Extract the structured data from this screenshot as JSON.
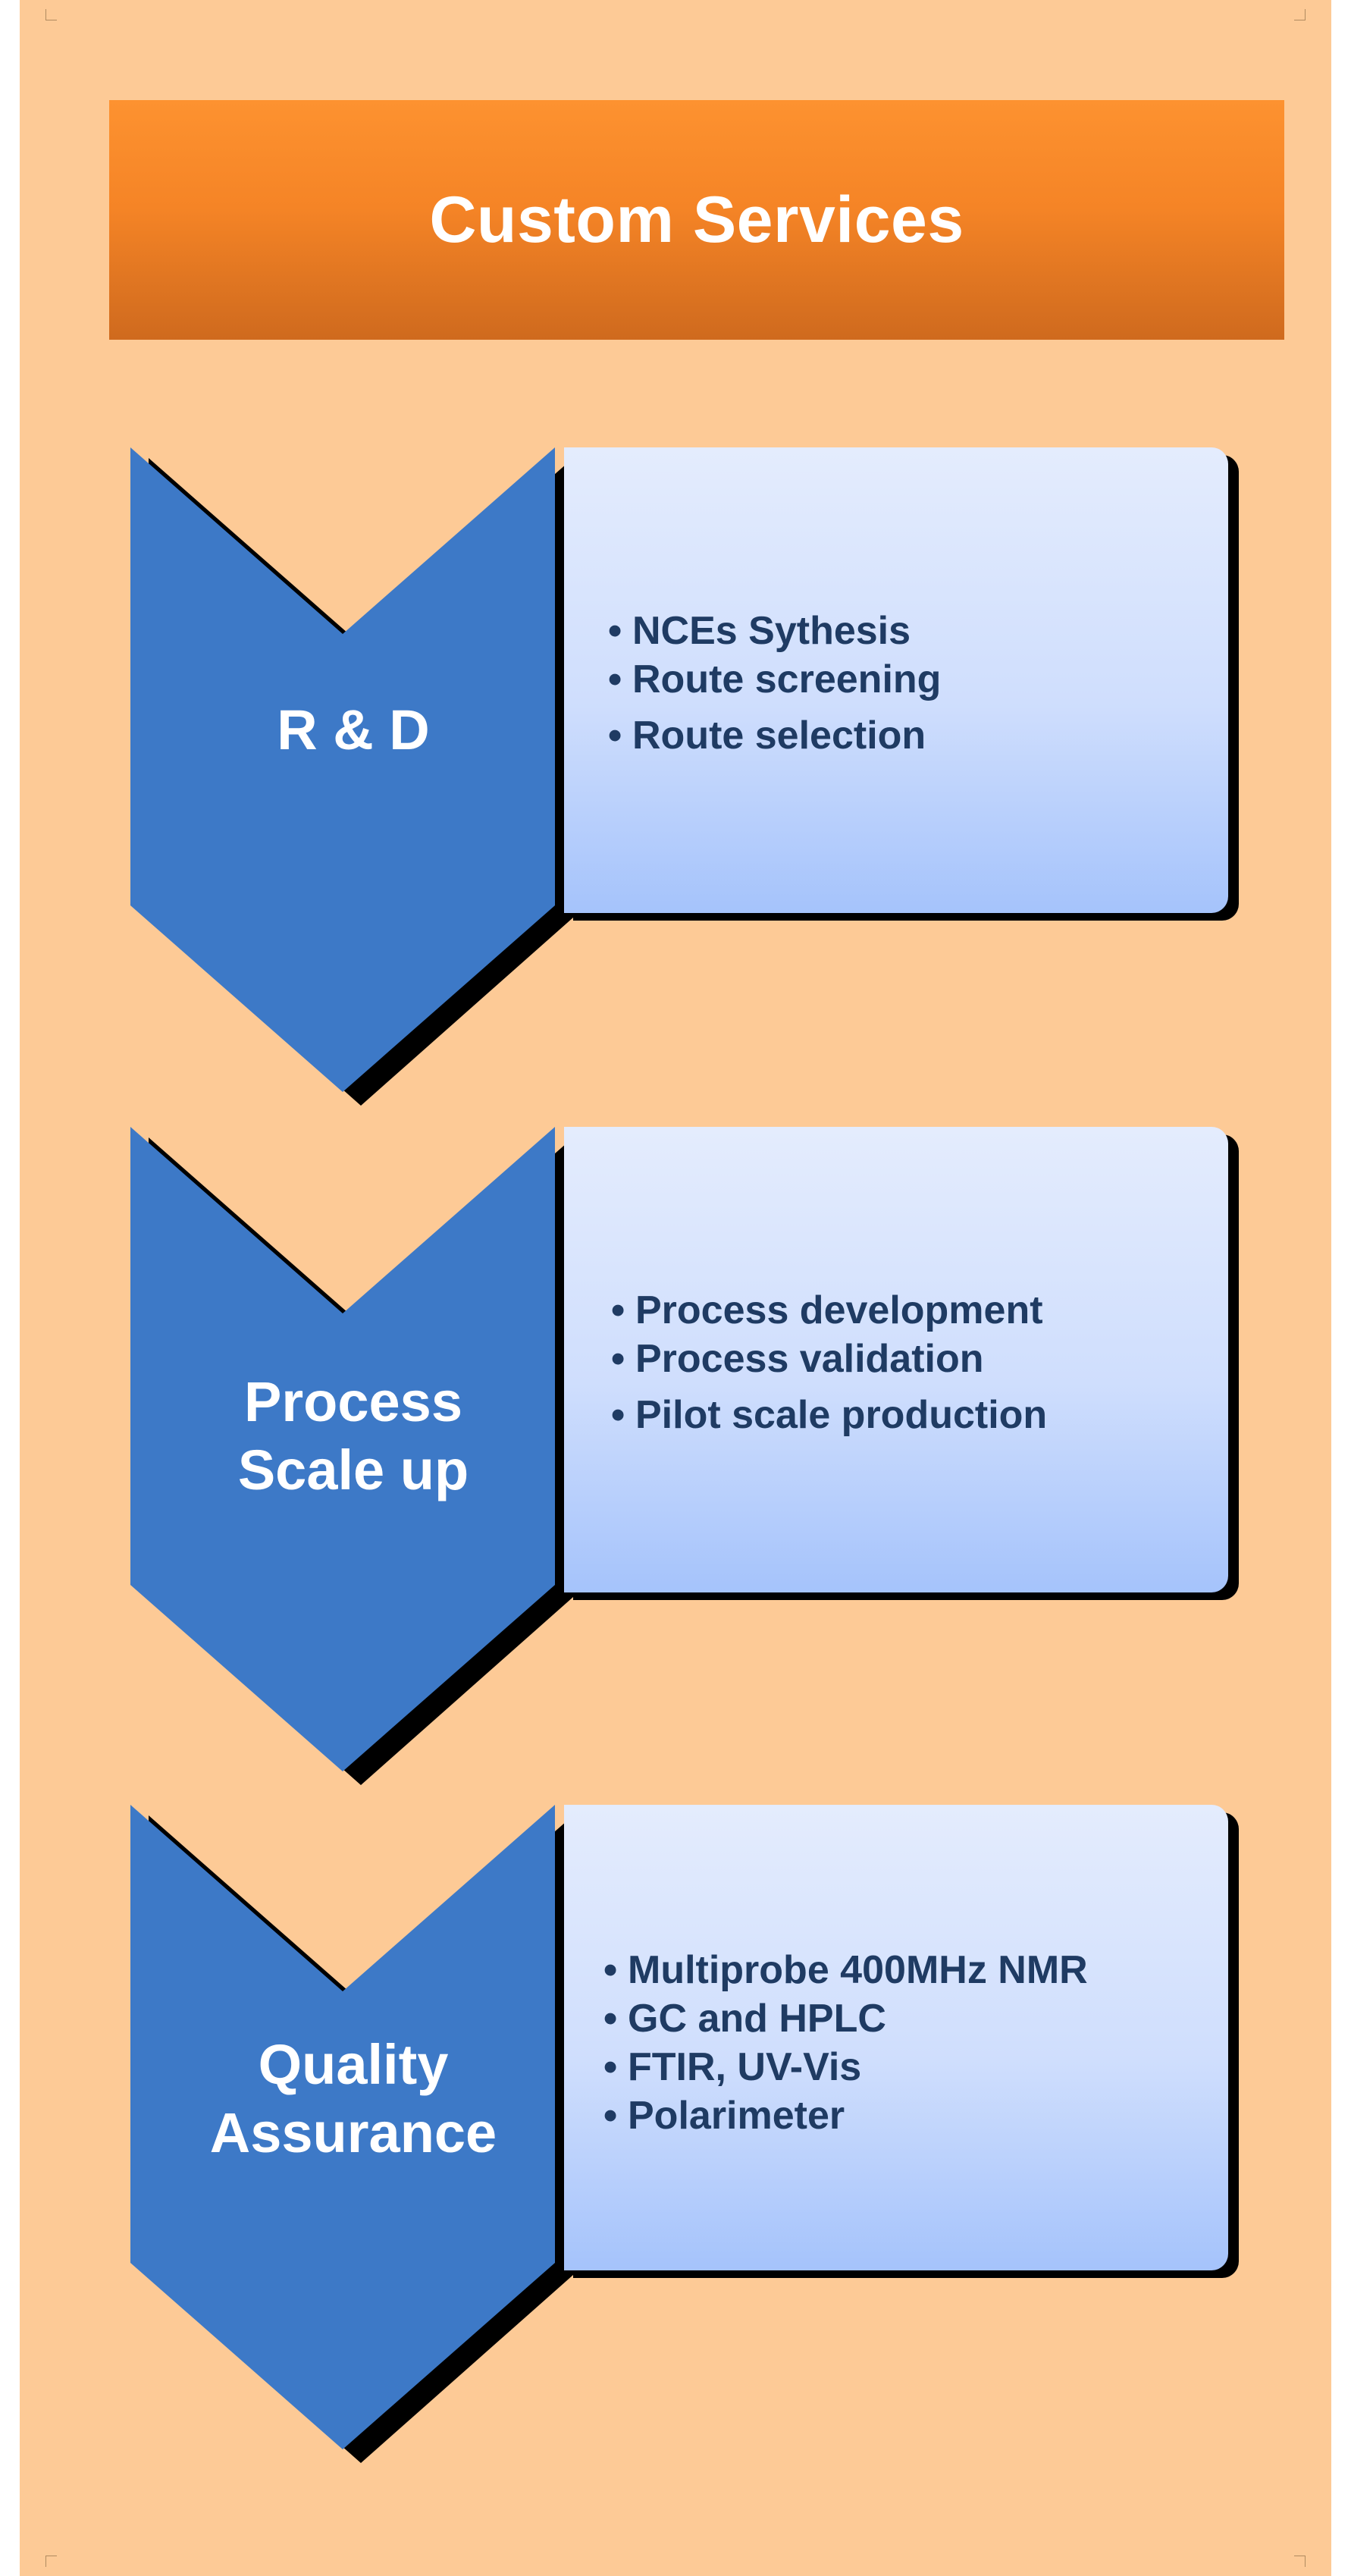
{
  "title": "Custom Services",
  "stages": [
    {
      "label_lines": [
        "R & D"
      ],
      "bullets": [
        "NCEs Sythesis",
        "Route screening",
        "Route selection"
      ]
    },
    {
      "label_lines": [
        "Process",
        "Scale up"
      ],
      "bullets": [
        "Process development",
        "Process validation",
        "Pilot scale production"
      ]
    },
    {
      "label_lines": [
        "Quality",
        "Assurance"
      ],
      "bullets": [
        "Multiprobe 400MHz NMR",
        "GC and HPLC",
        "FTIR, UV-Vis",
        "Polarimeter"
      ]
    }
  ],
  "colors": {
    "background": "#fdca96",
    "banner_top": "#fd9230",
    "banner_bottom": "#cf6a1e",
    "chevron": "#3d79c7",
    "panel_top": "#e4ecfd",
    "panel_bottom": "#a5c3fb",
    "bullet_text": "#1f3b63"
  }
}
